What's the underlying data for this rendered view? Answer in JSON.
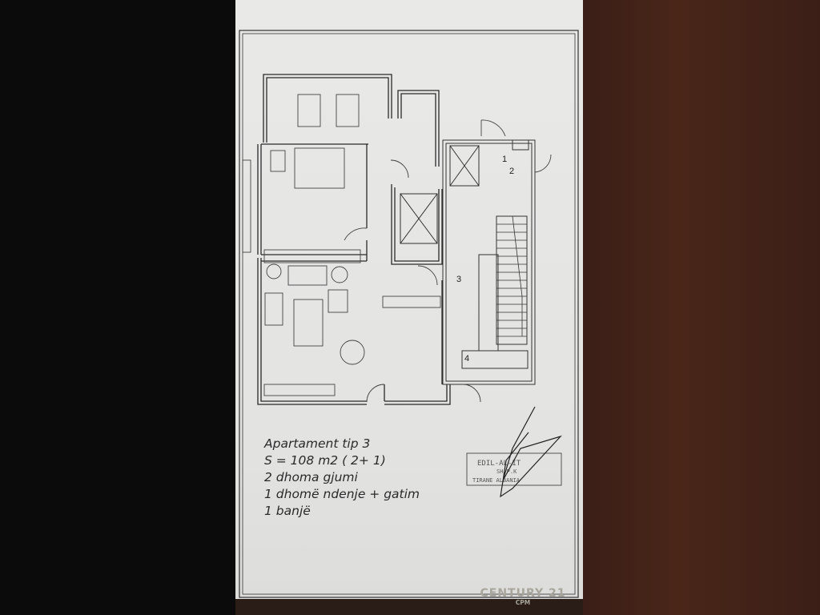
{
  "plan": {
    "room_labels": [
      "1",
      "2",
      "3",
      "4"
    ]
  },
  "caption": {
    "lines": [
      "Apartament tip 3",
      "S = 108 m2  ( 2+ 1)",
      "2 dhoma gjumi",
      "1 dhomë ndenje + gatim",
      "1 banjë"
    ]
  },
  "stamp": {
    "lines": [
      "EDIL-AL-IT",
      "SH.P.K",
      "TIRANE ALBANIA"
    ]
  },
  "watermark": {
    "brand": "CENTURY 21",
    "sub": "CPM"
  },
  "colors": {
    "paper": "#e6e6e4",
    "ink": "#2a2a2a",
    "left_background": "#0b0b0b",
    "right_background": "#4a2619"
  }
}
